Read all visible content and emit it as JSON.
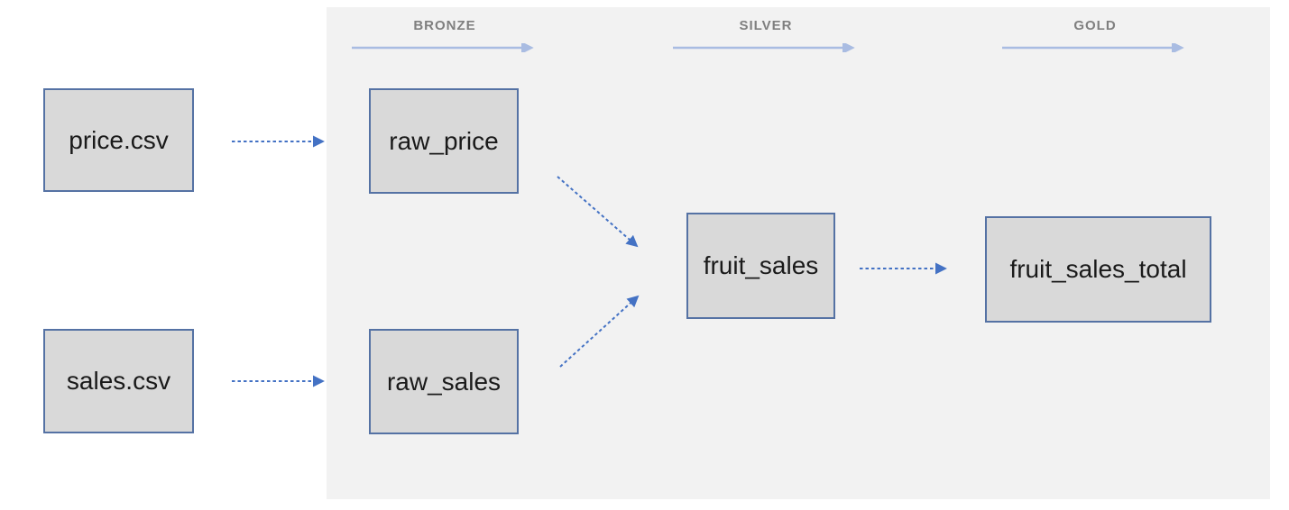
{
  "diagram": {
    "type": "data-pipeline-medallion",
    "lanes": {
      "bronze": {
        "label": "BRONZE"
      },
      "silver": {
        "label": "SILVER"
      },
      "gold": {
        "label": "GOLD"
      }
    },
    "nodes": {
      "price_csv": {
        "label": "price.csv",
        "lane": "source"
      },
      "sales_csv": {
        "label": "sales.csv",
        "lane": "source"
      },
      "raw_price": {
        "label": "raw_price",
        "lane": "bronze"
      },
      "raw_sales": {
        "label": "raw_sales",
        "lane": "bronze"
      },
      "fruit_sales": {
        "label": "fruit_sales",
        "lane": "silver"
      },
      "fruit_sales_total": {
        "label": "fruit_sales_total",
        "lane": "gold"
      }
    },
    "edges": [
      {
        "from": "price_csv",
        "to": "raw_price",
        "style": "dashed-arrow"
      },
      {
        "from": "sales_csv",
        "to": "raw_sales",
        "style": "dashed-arrow"
      },
      {
        "from": "raw_price",
        "to": "fruit_sales",
        "style": "dashed-arrow"
      },
      {
        "from": "raw_sales",
        "to": "fruit_sales",
        "style": "dashed-arrow"
      },
      {
        "from": "fruit_sales",
        "to": "fruit_sales_total",
        "style": "dashed-arrow"
      }
    ],
    "colors": {
      "panel_background": "#f2f2f2",
      "node_fill": "#d9d9d9",
      "node_border": "#5572a4",
      "node_text": "#1a1a1a",
      "edge_arrow": "#4472c4",
      "lane_underline_arrow": "#a9bce2",
      "lane_label_text": "#7f7f7f"
    }
  }
}
